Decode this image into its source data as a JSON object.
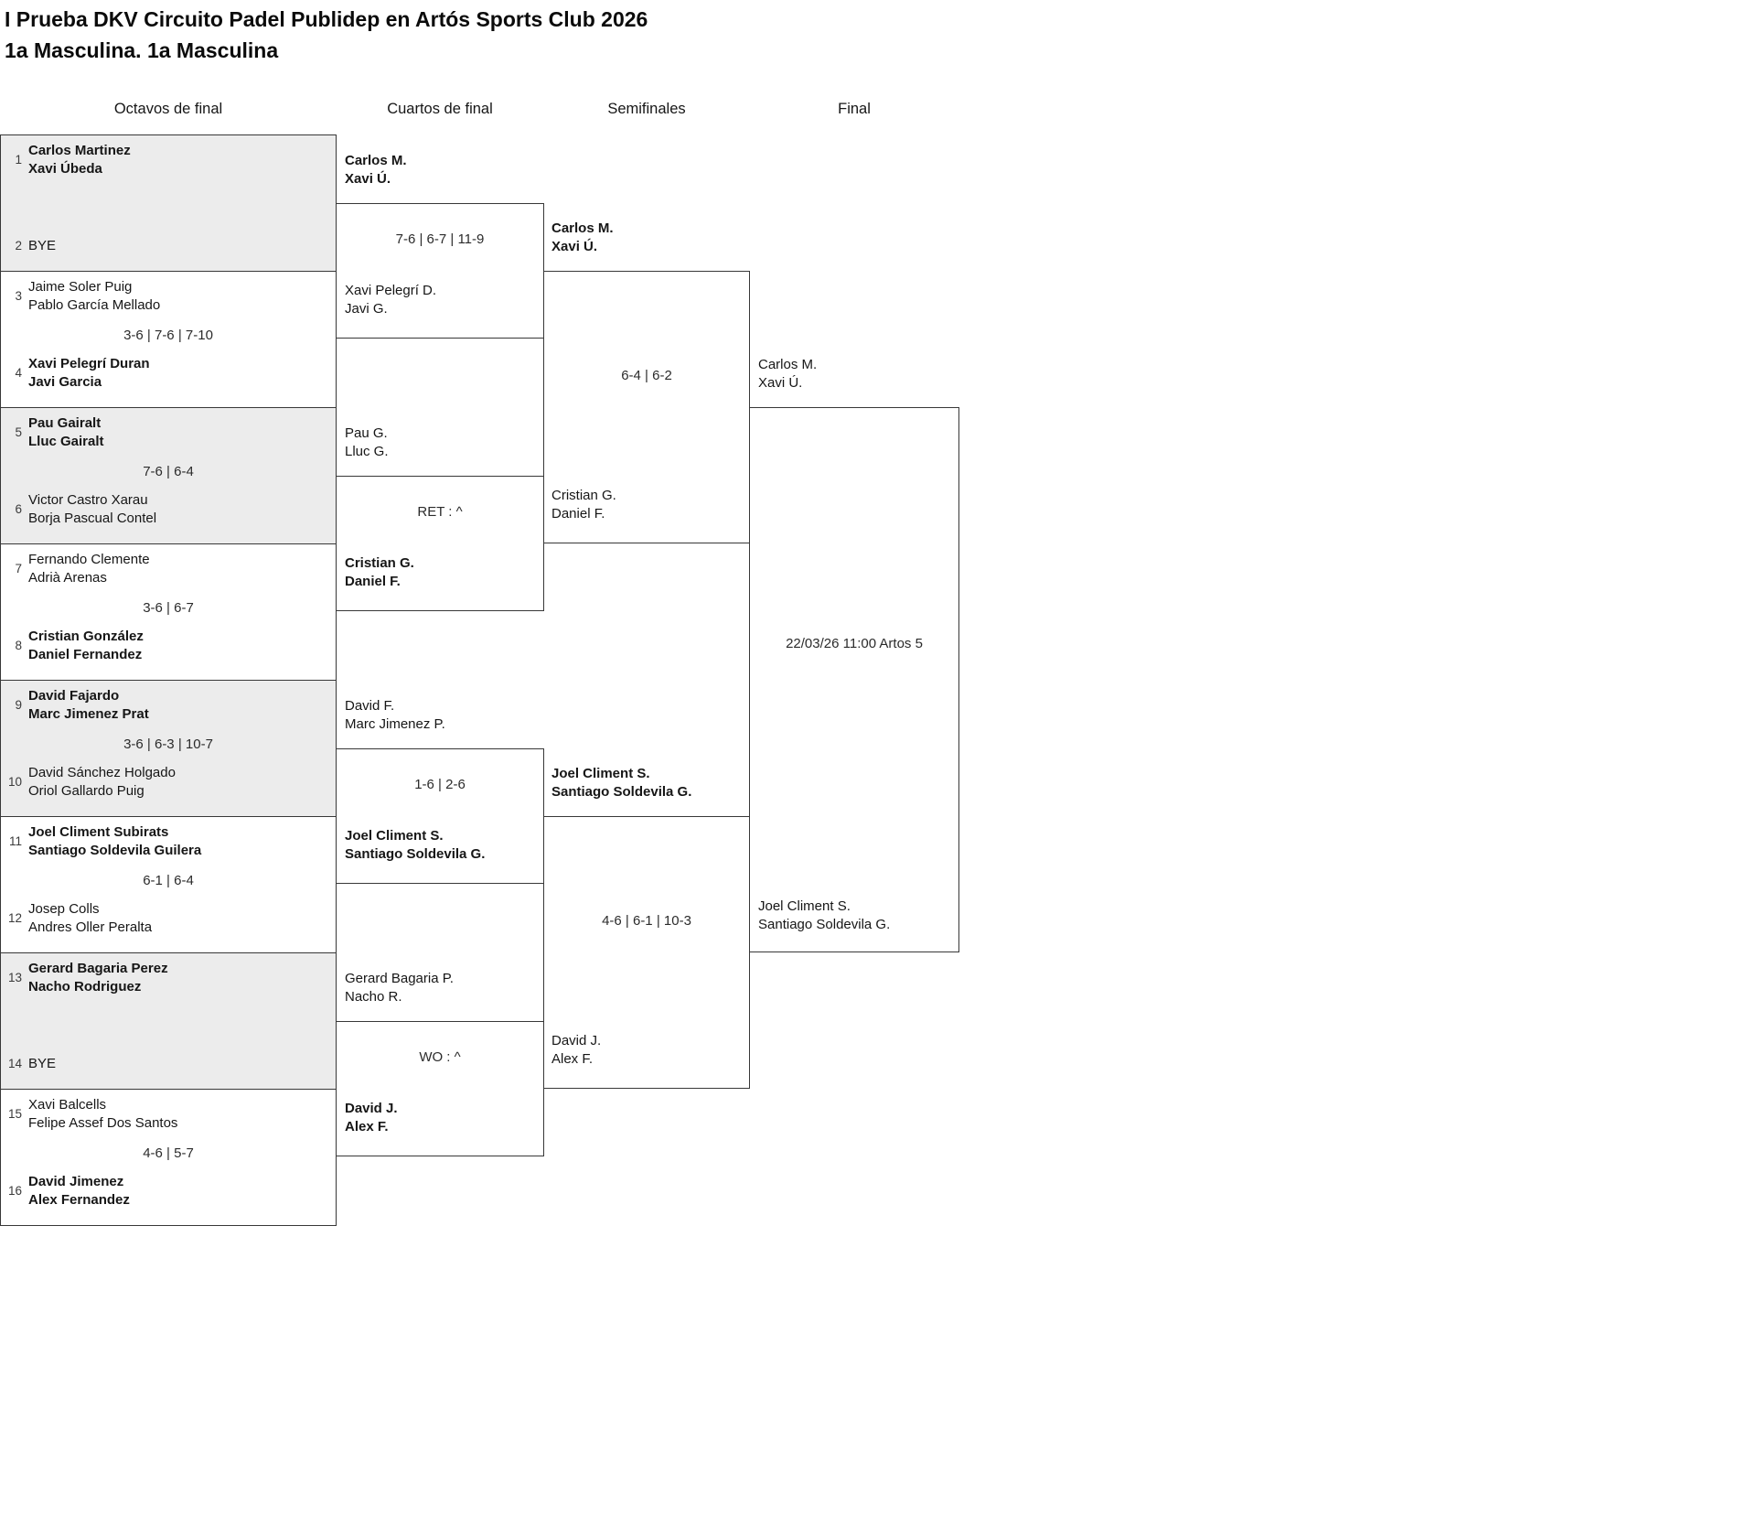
{
  "title": "I Prueba DKV Circuito Padel Publidep en Artós Sports Club 2026",
  "subtitle": "1a Masculina. 1a Masculina",
  "rounds": {
    "r16": "Octavos de final",
    "qf": "Cuartos de final",
    "sf": "Semifinales",
    "final": "Final"
  },
  "r16": {
    "matches": [
      {
        "seed1": "1",
        "team1": [
          "Carlos Martinez",
          "Xavi Úbeda"
        ],
        "seed2": "2",
        "team2": [
          "BYE",
          ""
        ],
        "score": "",
        "winner": 1
      },
      {
        "seed1": "3",
        "team1": [
          "Jaime Soler Puig",
          "Pablo García Mellado"
        ],
        "seed2": "4",
        "team2": [
          "Xavi Pelegrí Duran",
          "Javi Garcia"
        ],
        "score": "3-6 | 7-6 | 7-10",
        "winner": 2
      },
      {
        "seed1": "5",
        "team1": [
          "Pau Gairalt",
          "Lluc Gairalt"
        ],
        "seed2": "6",
        "team2": [
          "Victor Castro Xarau",
          "Borja Pascual Contel"
        ],
        "score": "7-6 | 6-4",
        "winner": 1
      },
      {
        "seed1": "7",
        "team1": [
          "Fernando Clemente",
          "Adrià Arenas"
        ],
        "seed2": "8",
        "team2": [
          "Cristian González",
          "Daniel Fernandez"
        ],
        "score": "3-6 | 6-7",
        "winner": 2
      },
      {
        "seed1": "9",
        "team1": [
          "David Fajardo",
          "Marc Jimenez Prat"
        ],
        "seed2": "10",
        "team2": [
          "David Sánchez Holgado",
          "Oriol Gallardo Puig"
        ],
        "score": "3-6 | 6-3 | 10-7",
        "winner": 1
      },
      {
        "seed1": "11",
        "team1": [
          "Joel Climent Subirats",
          "Santiago Soldevila Guilera"
        ],
        "seed2": "12",
        "team2": [
          "Josep Colls",
          "Andres Oller Peralta"
        ],
        "score": "6-1 | 6-4",
        "winner": 1
      },
      {
        "seed1": "13",
        "team1": [
          "Gerard Bagaria Perez",
          "Nacho Rodriguez"
        ],
        "seed2": "14",
        "team2": [
          "BYE",
          ""
        ],
        "score": "",
        "winner": 1
      },
      {
        "seed1": "15",
        "team1": [
          "Xavi Balcells",
          "Felipe Assef Dos Santos"
        ],
        "seed2": "16",
        "team2": [
          "David Jimenez",
          "Alex Fernandez"
        ],
        "score": "4-6 | 5-7",
        "winner": 2
      }
    ]
  },
  "qf": {
    "matches": [
      {
        "team1": [
          "Carlos M.",
          "Xavi Ú."
        ],
        "team2": [
          "Xavi Pelegrí D.",
          "Javi G."
        ],
        "score": "7-6 | 6-7 | 11-9",
        "winner": 1
      },
      {
        "team1": [
          "Pau G.",
          "Lluc G."
        ],
        "team2": [
          "Cristian G.",
          "Daniel F."
        ],
        "score": "RET : ^",
        "winner": 2
      },
      {
        "team1": [
          "David F.",
          "Marc Jimenez P."
        ],
        "team2": [
          "Joel Climent S.",
          "Santiago Soldevila G."
        ],
        "score": "1-6 | 2-6",
        "winner": 2
      },
      {
        "team1": [
          "Gerard Bagaria P.",
          "Nacho R."
        ],
        "team2": [
          "David J.",
          "Alex F."
        ],
        "score": "WO : ^",
        "winner": 2
      }
    ]
  },
  "sf": {
    "matches": [
      {
        "team1": [
          "Carlos M.",
          "Xavi Ú."
        ],
        "team2": [
          "Cristian G.",
          "Daniel F."
        ],
        "score": "6-4 | 6-2",
        "winner": 1
      },
      {
        "team1": [
          "Joel Climent S.",
          "Santiago Soldevila G."
        ],
        "team2": [
          "David J.",
          "Alex F."
        ],
        "score": "4-6 | 6-1 | 10-3",
        "winner": 1
      }
    ]
  },
  "final": {
    "team1": [
      "Carlos M.",
      "Xavi Ú."
    ],
    "team2": [
      "Joel Climent S.",
      "Santiago Soldevila G."
    ],
    "schedule": "22/03/26 11:00 Artos 5"
  }
}
